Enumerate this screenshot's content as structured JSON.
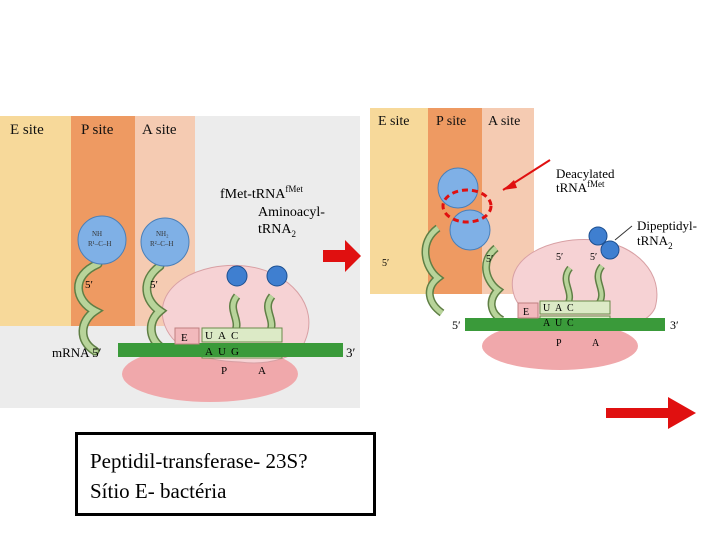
{
  "left_panel": {
    "sites": {
      "e": "E site",
      "p": "P site",
      "a": "A site"
    },
    "trna_label_1": "fMet-tRNA",
    "trna_label_1_sup": "fMet",
    "trna_label_2_line1": "Aminoacyl-",
    "trna_label_2_line2": "tRNA",
    "trna_label_2_sub": "2",
    "mrna_label": "mRNA 5′",
    "mrna_3prime": "3′",
    "codon_top": [
      "U",
      "A",
      "C"
    ],
    "codon_bottom": [
      "A",
      "U",
      "G"
    ],
    "ribosome_sites": {
      "e": "E",
      "p": "P",
      "a": "A"
    },
    "prime_5a": "5′",
    "prime_5b": "5′"
  },
  "right_panel": {
    "sites": {
      "e": "E site",
      "p": "P site",
      "a": "A site"
    },
    "deacylated_line1": "Deacylated",
    "deacylated_line2": "tRNA",
    "deacylated_sup": "fMet",
    "dipeptidyl_line1": "Dipeptidyl-",
    "dipeptidyl_line2": "tRNA",
    "dipeptidyl_sub": "2",
    "mrna_5prime": "5′",
    "mrna_3prime": "3′",
    "codon_top": [
      "U",
      "A",
      "C"
    ],
    "codon_bottom": [
      "A",
      "U",
      "C"
    ],
    "ribosome_sites": {
      "e": "E",
      "p": "P",
      "a": "A"
    },
    "prime_5a": "5′",
    "prime_5b": "5′",
    "prime_5c": "5′",
    "prime_5d": "5′"
  },
  "caption": {
    "line1": "Peptidil-transferase- 23S?",
    "line2": "Sítio E- bactéria"
  },
  "colors": {
    "e_site": "#f7d99a",
    "p_site": "#ee9a62",
    "a_site": "#f5cbb2",
    "ribosome": "#f2b9bc",
    "ribosome_large": "#f6d2d4",
    "mrna": "#3a9a3a",
    "trna": "#b8d49a",
    "trna_outline": "#5f7f45",
    "amino_acid": "#7fb0e6",
    "arrow": "#e01010"
  }
}
